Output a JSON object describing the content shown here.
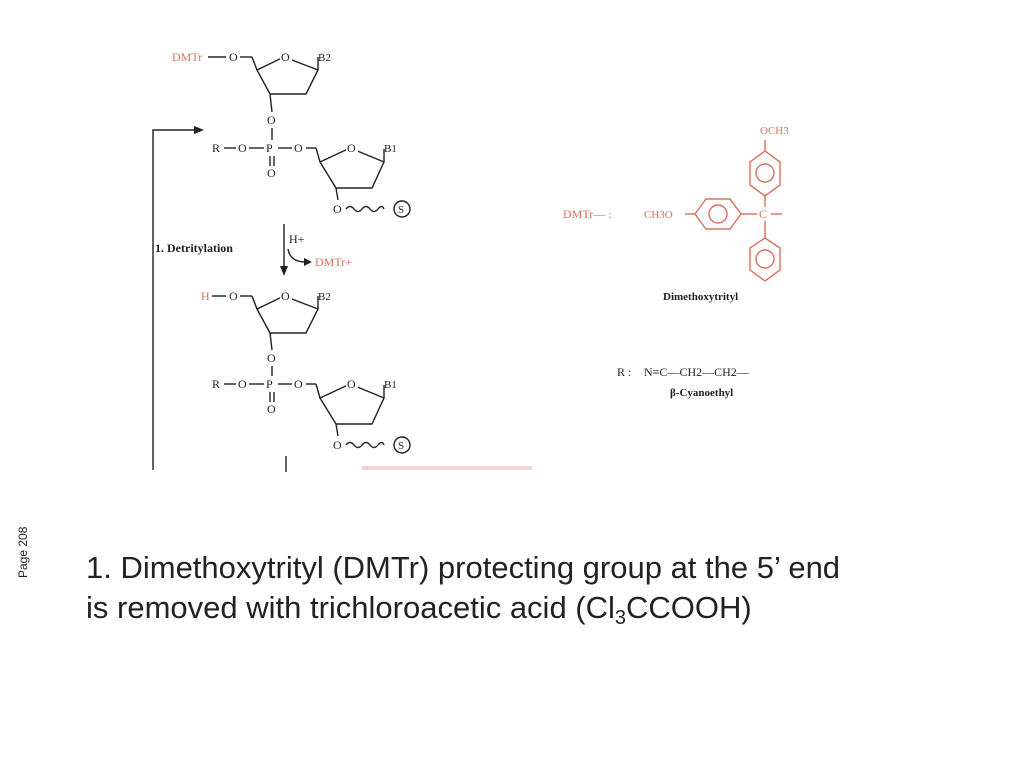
{
  "diagram": {
    "dmtr": "DMTr",
    "o": "O",
    "p": "P",
    "r": "R",
    "b2": "B2",
    "b1": "B1",
    "s": "S",
    "h": "H",
    "hplus": "H+",
    "dmtr_plus": "DMTr+",
    "step_label": "1.  Detritylation",
    "dmtr_def": "DMTr—  :",
    "ch3o": "CH3O",
    "och3": "OCH3",
    "c_center": "C",
    "dimethoxytrityl_label": "Dimethoxytrityl",
    "r_def": "R :",
    "cyanoethyl_formula": "N≡C—CH2—CH2—",
    "cyanoethyl_label": "β-Cyanoethyl"
  },
  "page_label": "Page 208",
  "caption": {
    "line1": "1.  Dimethoxytrityl (DMTr) protecting group at the 5’ end",
    "line2_pre": "is removed with trichloroacetic acid (Cl",
    "line2_sub": "3",
    "line2_post": "CCOOH)"
  }
}
